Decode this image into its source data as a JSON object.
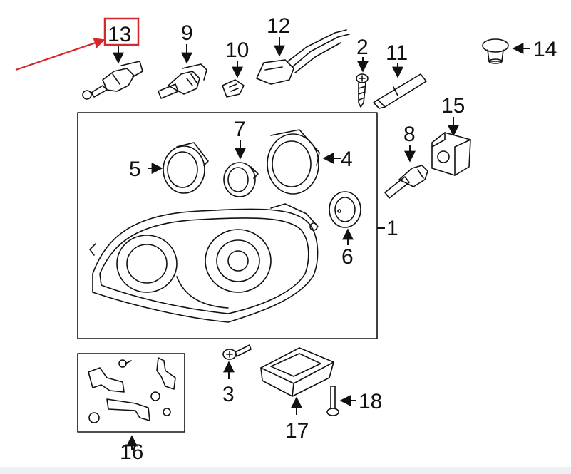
{
  "callouts": {
    "c1": "1",
    "c2": "2",
    "c3": "3",
    "c4": "4",
    "c5": "5",
    "c6": "6",
    "c7": "7",
    "c8": "8",
    "c9": "9",
    "c10": "10",
    "c11": "11",
    "c12": "12",
    "c13": "13",
    "c14": "14",
    "c15": "15",
    "c16": "16",
    "c17": "17",
    "c18": "18"
  },
  "colors": {
    "highlight": "#d62828",
    "line": "#111111",
    "background": "#ffffff"
  },
  "highlighted_callout": "13"
}
